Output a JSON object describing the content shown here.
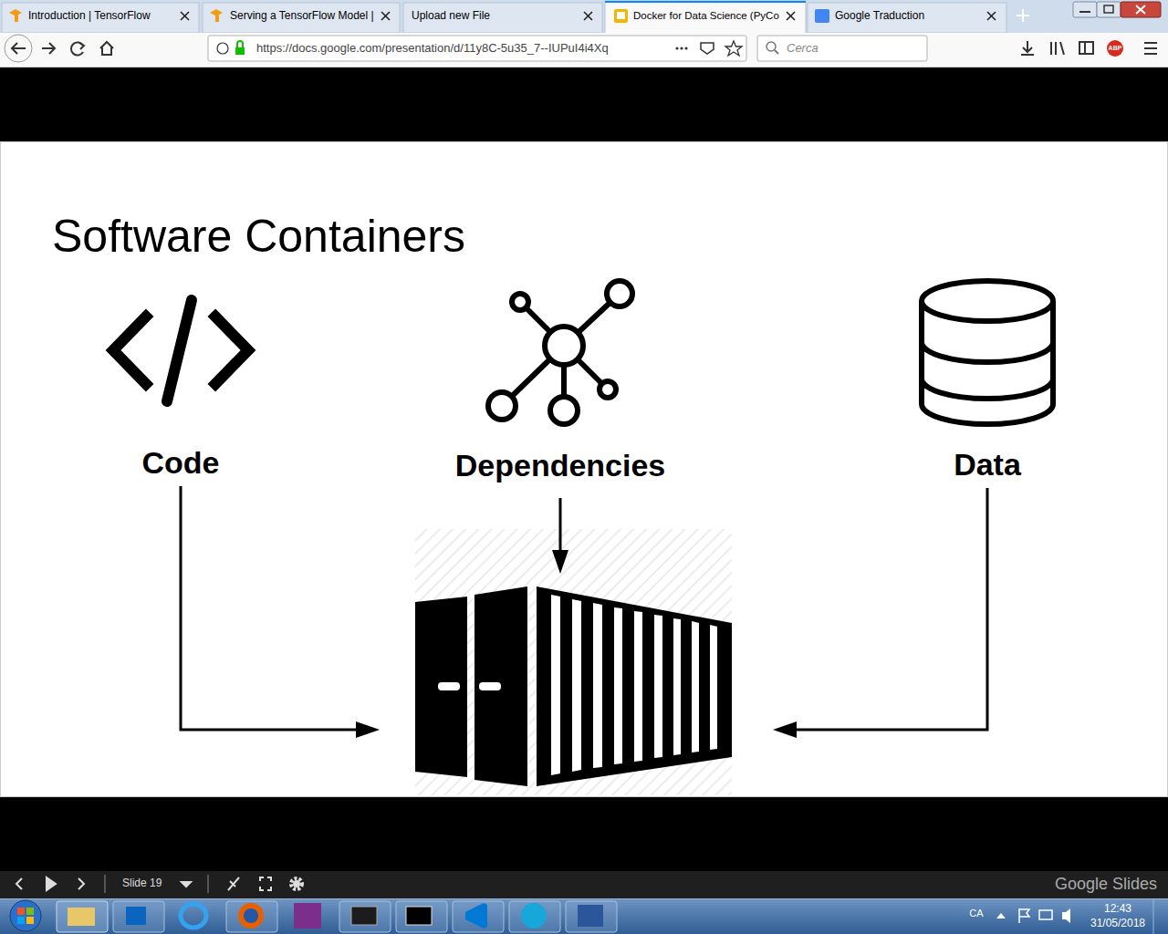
{
  "diagram": {
    "title": "Software Containers",
    "nodes": [
      {
        "text": [
          "Code"
        ]
      },
      {
        "text": [
          "Dependencies"
        ]
      },
      {
        "text": [
          "Data"
        ]
      }
    ],
    "labels": [
      "Introduction | TensorFlow",
      "Serving a TensorFlow Model |",
      "Upload new File",
      "Docker for Data Science (PyCo",
      "Google Traduction",
      "https://docs.google.com/presentation/d/11y8C-5u35_7--IUPuI4i4Xq",
      "Cerca",
      "ABP",
      "Slide 19",
      "Google Slides",
      "CA",
      "12:43",
      "31/05/2018"
    ]
  }
}
